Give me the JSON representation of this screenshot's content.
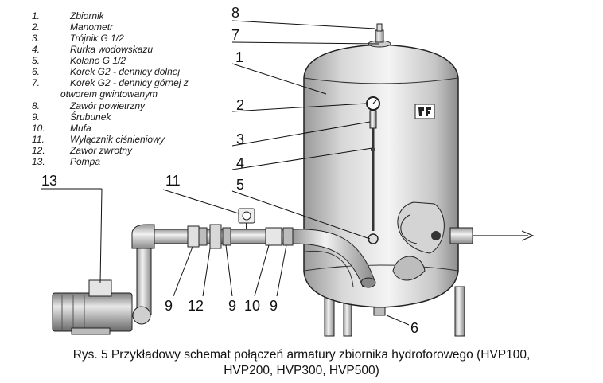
{
  "legend": [
    {
      "num": "1.",
      "text": "Zbiornik"
    },
    {
      "num": "2.",
      "text": "Manometr"
    },
    {
      "num": "3.",
      "text": "Trójnik G 1/2"
    },
    {
      "num": "4.",
      "text": "Rurka wodowskazu"
    },
    {
      "num": "5.",
      "text": "Kolano G 1/2"
    },
    {
      "num": "6.",
      "text": "Korek G2 - dennicy dolnej"
    },
    {
      "num": "7.",
      "text": "Korek G2 - dennicy górnej z"
    },
    {
      "num": "",
      "text": "otworem gwintowanym"
    },
    {
      "num": "8.",
      "text": "Zawór powietrzny"
    },
    {
      "num": "9.",
      "text": "Śrubunek"
    },
    {
      "num": "10.",
      "text": "Mufa"
    },
    {
      "num": "11.",
      "text": "Wyłącznik ciśnieniowy"
    },
    {
      "num": "12.",
      "text": "Zawór zwrotny"
    },
    {
      "num": "13.",
      "text": "Pompa"
    }
  ],
  "callouts": [
    "8",
    "7",
    "1",
    "2",
    "3",
    "4",
    "5",
    "13",
    "11",
    "9",
    "12",
    "9",
    "10",
    "9",
    "6"
  ],
  "caption": {
    "line1": "Rys. 5 Przykładowy schemat połączeń armatury zbiornika hydroforowego (HVP100,",
    "line2": "HVP200, HVP300, HVP500)"
  }
}
